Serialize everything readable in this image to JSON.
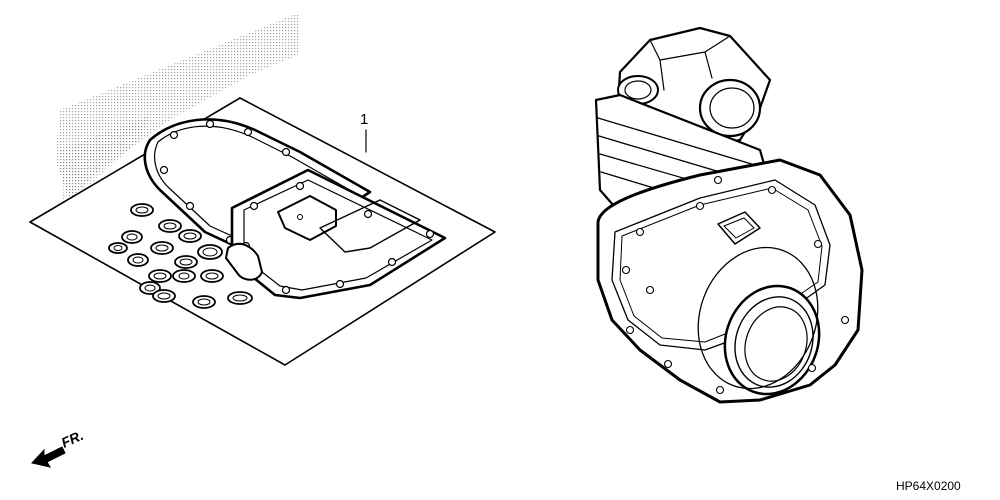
{
  "diagram": {
    "callout": "1",
    "front_label": "FR.",
    "drawing_code": "HP64X0200",
    "icons": [
      "gasket-kit-icon",
      "engine-icon",
      "front-arrow-icon"
    ]
  }
}
